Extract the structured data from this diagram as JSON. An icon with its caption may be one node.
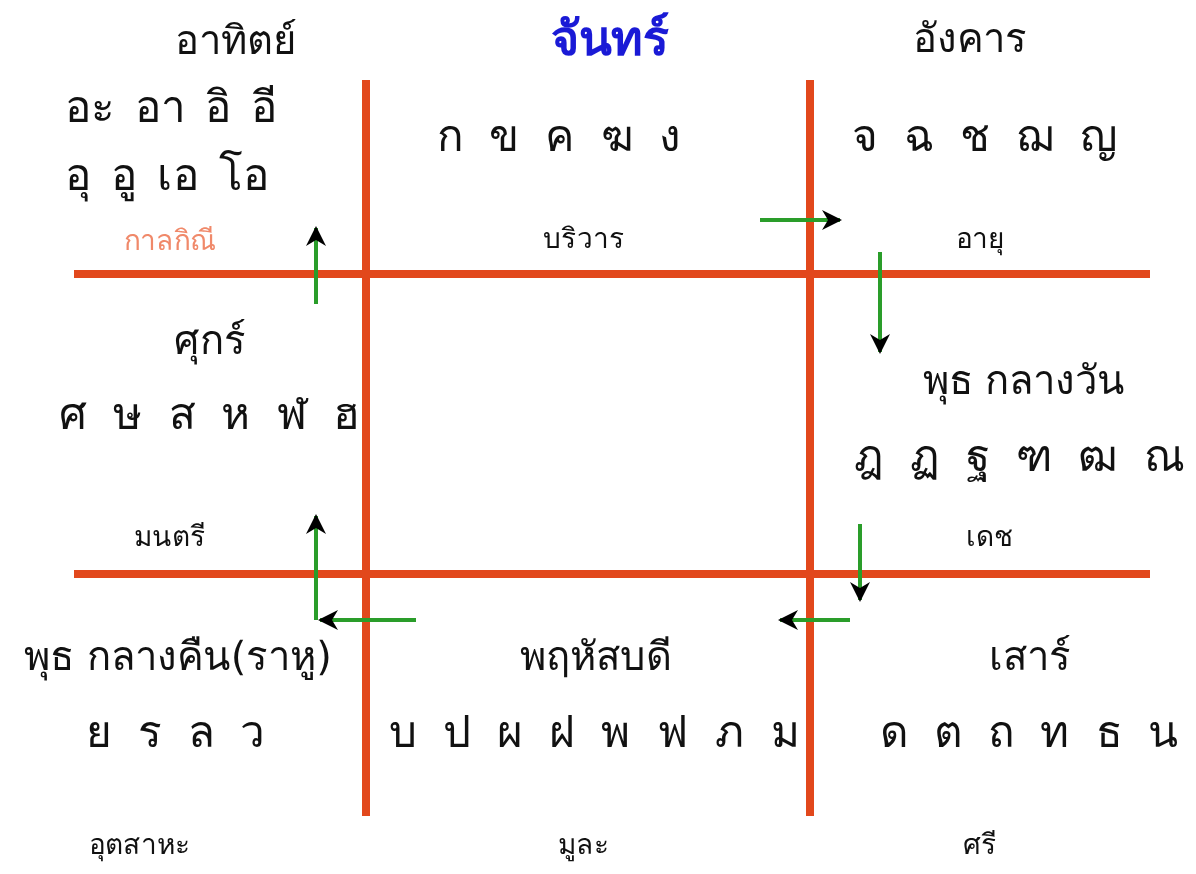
{
  "diagram": {
    "nodes": [
      {
        "text": [
          "อาทิตย์",
          "อะ อา อิ อี อุ อู เอ โอ"
        ]
      },
      {
        "text": [
          "จันทร์",
          "ก ข ค ฆ ง"
        ]
      },
      {
        "text": [
          "อังคาร",
          "จ ฉ ช ฌ ญ"
        ]
      },
      {
        "text": [
          "ศุกร์",
          "ศ ษ ส ห ฬ ฮ"
        ]
      },
      {
        "text": [
          "พุธ กลางวัน",
          "ฎ ฏ ฐ ฑ ฒ ณ"
        ]
      },
      {
        "text": [
          "พุธ กลางคืน(ราหู)",
          "ย ร ล ว"
        ]
      },
      {
        "text": [
          "พฤหัสบดี",
          "บ ป ผ ฝ พ ฟ ภ ม"
        ]
      },
      {
        "text": [
          "เสาร์",
          "ด ต ถ ท ธ น"
        ]
      }
    ],
    "edges": [
      {
        "from": 1,
        "to": 2,
        "arrow": "to"
      },
      {
        "from": 2,
        "to": 4,
        "arrow": "to"
      },
      {
        "from": 4,
        "to": 7,
        "arrow": "to"
      },
      {
        "from": 7,
        "to": 6,
        "arrow": "to"
      },
      {
        "from": 6,
        "to": 5,
        "arrow": "to"
      },
      {
        "from": 5,
        "to": 3,
        "arrow": "to"
      },
      {
        "from": 3,
        "to": 0,
        "arrow": "to"
      }
    ],
    "labels": [
      "กาลกิณี",
      "บริวาร",
      "อายุ",
      "มนตรี",
      "เดช",
      "อุตสาหะ",
      "มูละ",
      "ศรี"
    ]
  }
}
